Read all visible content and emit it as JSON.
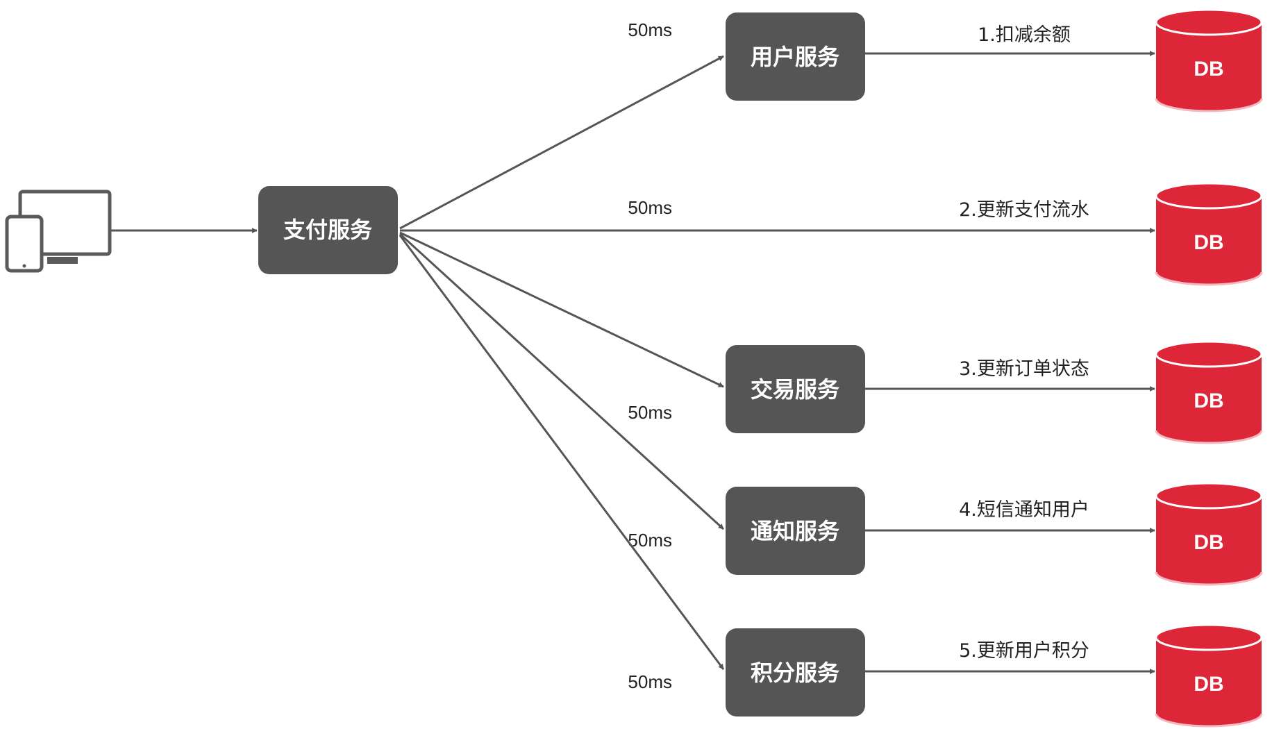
{
  "colors": {
    "node_fill": "#555555",
    "node_text": "#ffffff",
    "line": "#555555",
    "db_fill": "#dd2637",
    "db_rim": "#f4b9c0",
    "device": "#5a5a5a",
    "text": "#222222"
  },
  "client": {
    "icon": "mobile-and-desktop-devices-icon"
  },
  "pay_service": {
    "label": "支付服务"
  },
  "services": [
    {
      "label": "用户服务",
      "latency": "50ms",
      "operation": "1.扣减余额",
      "db": "DB"
    },
    {
      "label": "",
      "latency": "50ms",
      "operation": "2.更新支付流水",
      "db": "DB"
    },
    {
      "label": "交易服务",
      "latency": "50ms",
      "operation": "3.更新订单状态",
      "db": "DB"
    },
    {
      "label": "通知服务",
      "latency": "50ms",
      "operation": "4.短信通知用户",
      "db": "DB"
    },
    {
      "label": "积分服务",
      "latency": "50ms",
      "operation": "5.更新用户积分",
      "db": "DB"
    }
  ]
}
